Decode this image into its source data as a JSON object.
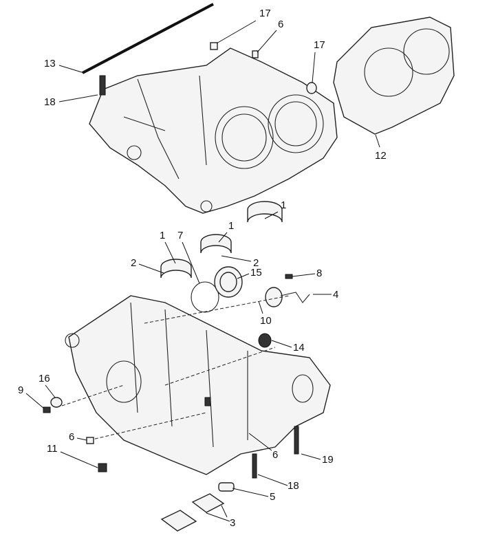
{
  "diagram": {
    "type": "exploded-parts-view",
    "callouts": [
      "13",
      "18",
      "17",
      "6",
      "17",
      "12",
      "1",
      "1",
      "1",
      "7",
      "2",
      "2",
      "15",
      "8",
      "4",
      "10",
      "14",
      "16",
      "9",
      "6",
      "11",
      "6",
      "19",
      "18",
      "5",
      "3"
    ]
  }
}
